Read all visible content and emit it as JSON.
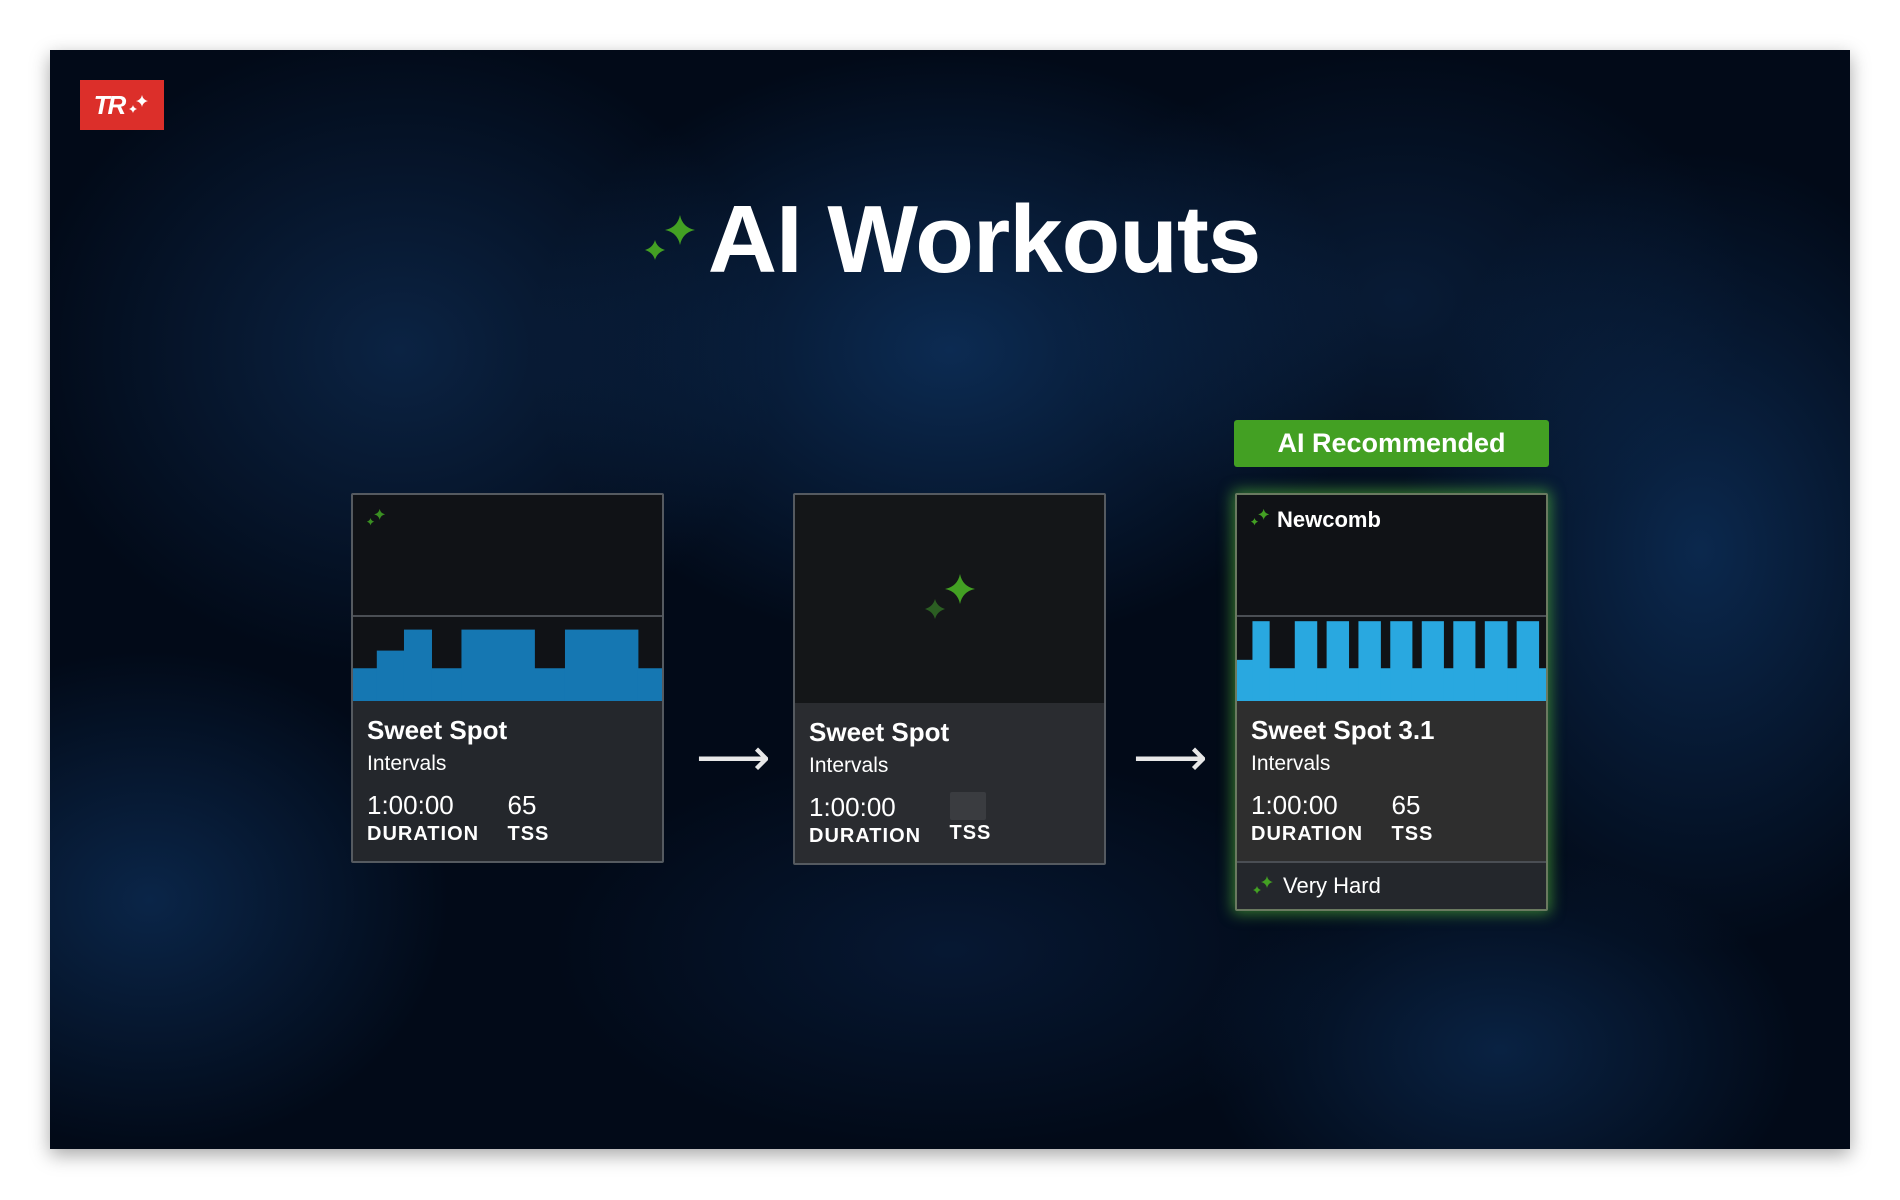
{
  "logo": {
    "text": "TR",
    "color": "#dc2f2a"
  },
  "title": "AI Workouts",
  "accent": "#43a023",
  "cards": [
    {
      "title": "Sweet Spot",
      "category": "Intervals",
      "duration": "1:00:00",
      "duration_label": "DURATION",
      "tss": "65",
      "tss_label": "TSS",
      "bar_color": "#1577b2",
      "profile": [
        [
          0.077,
          0.39
        ],
        [
          0.088,
          0.6
        ],
        [
          0.089,
          0.85
        ],
        [
          0.097,
          0.39
        ],
        [
          0.236,
          0.85
        ],
        [
          0.099,
          0.39
        ],
        [
          0.236,
          0.85
        ],
        [
          0.078,
          0.39
        ]
      ]
    },
    {
      "title": "Sweet Spot",
      "category": "Intervals",
      "duration": "1:00:00",
      "duration_label": "DURATION",
      "tss_label": "TSS"
    },
    {
      "badge": "AI Recommended",
      "coach": "Newcomb",
      "title": "Sweet Spot 3.1",
      "category": "Intervals",
      "duration": "1:00:00",
      "duration_label": "DURATION",
      "tss": "65",
      "tss_label": "TSS",
      "difficulty": "Very Hard",
      "bar_color": "#29a8e0",
      "profile": [
        [
          0.05,
          0.49
        ],
        [
          0.054,
          0.95
        ],
        [
          0.083,
          0.39
        ],
        [
          0.071,
          0.95
        ],
        [
          0.032,
          0.39
        ],
        [
          0.071,
          0.95
        ],
        [
          0.032,
          0.39
        ],
        [
          0.071,
          0.95
        ],
        [
          0.032,
          0.39
        ],
        [
          0.07,
          0.95
        ],
        [
          0.032,
          0.39
        ],
        [
          0.07,
          0.95
        ],
        [
          0.032,
          0.39
        ],
        [
          0.07,
          0.95
        ],
        [
          0.032,
          0.39
        ],
        [
          0.072,
          0.95
        ],
        [
          0.031,
          0.39
        ],
        [
          0.071,
          0.95
        ],
        [
          0.023,
          0.39
        ]
      ]
    }
  ]
}
